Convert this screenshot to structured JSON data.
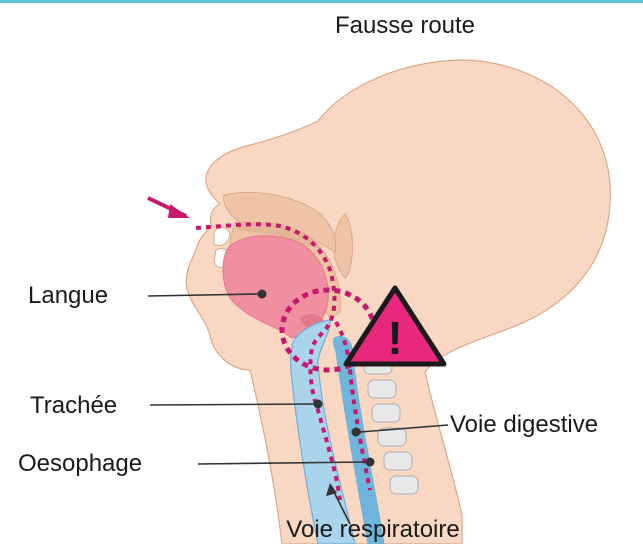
{
  "title": "Fausse route",
  "labels": {
    "tongue": "Langue",
    "trachea": "Trachée",
    "esophagus": "Oesophage",
    "digestive_tract": "Voie digestive",
    "airway": "Voie respiratoire"
  },
  "warning_glyph": "!",
  "icons": {
    "warning": "warning-triangle-icon",
    "arrow": "food-entry-arrow-icon"
  },
  "colors": {
    "top_rule": "#58c5d0",
    "skin": "#f8d8c3",
    "skin_shade": "#efc4a6",
    "skin_outline": "#dba98a",
    "tongue": "#ef8f9f",
    "tongue_dark": "#e4798b",
    "airway": "#a9d4ec",
    "airway_outline": "#6fb1d6",
    "esophagus": "#6fb6dc",
    "vertebra": "#e8e8e8",
    "vertebra_outline": "#b8b8b8",
    "food_path": "#c8186e",
    "warning_fill": "#e8287d",
    "warning_stroke": "#1b1b1b",
    "label_text": "#1a1a1a",
    "leader_line": "#333333"
  }
}
